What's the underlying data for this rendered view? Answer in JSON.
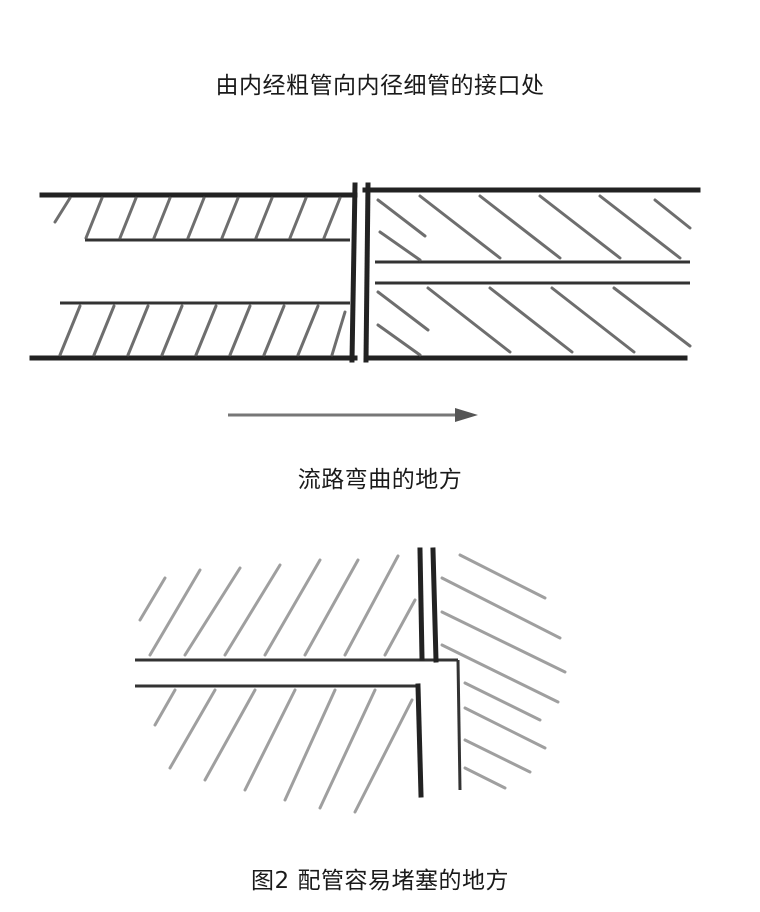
{
  "captions": {
    "pipe_junction": "由内经粗管向内径细管的接口处",
    "bend": "流路弯曲的地方",
    "figure": "图2 配管容易堵塞的地方"
  },
  "icons": {
    "flow_arrow": "right-arrow-icon"
  }
}
